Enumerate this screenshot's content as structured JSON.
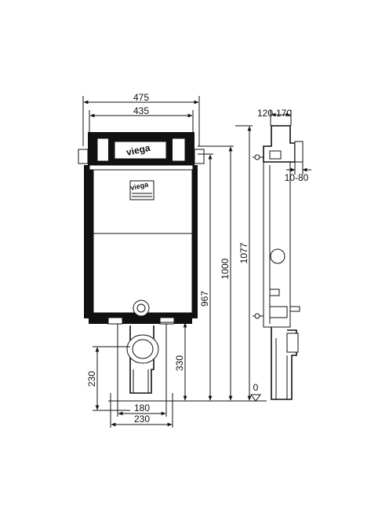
{
  "brand": {
    "logo_text": "viega"
  },
  "front_view": {
    "dim_overall_width": "475",
    "dim_frame_width": "435",
    "dim_height_967": "967",
    "dim_height_1000": "1000",
    "dim_height_1077": "1077",
    "dim_drain_height": "330",
    "dim_side_230": "230",
    "dim_bottom_180": "180",
    "dim_bottom_230": "230"
  },
  "side_view": {
    "dim_depth": "120-170",
    "dim_offset": "10-80",
    "zero_level": "0"
  },
  "colors": {
    "line": "#111111",
    "background": "#ffffff"
  }
}
